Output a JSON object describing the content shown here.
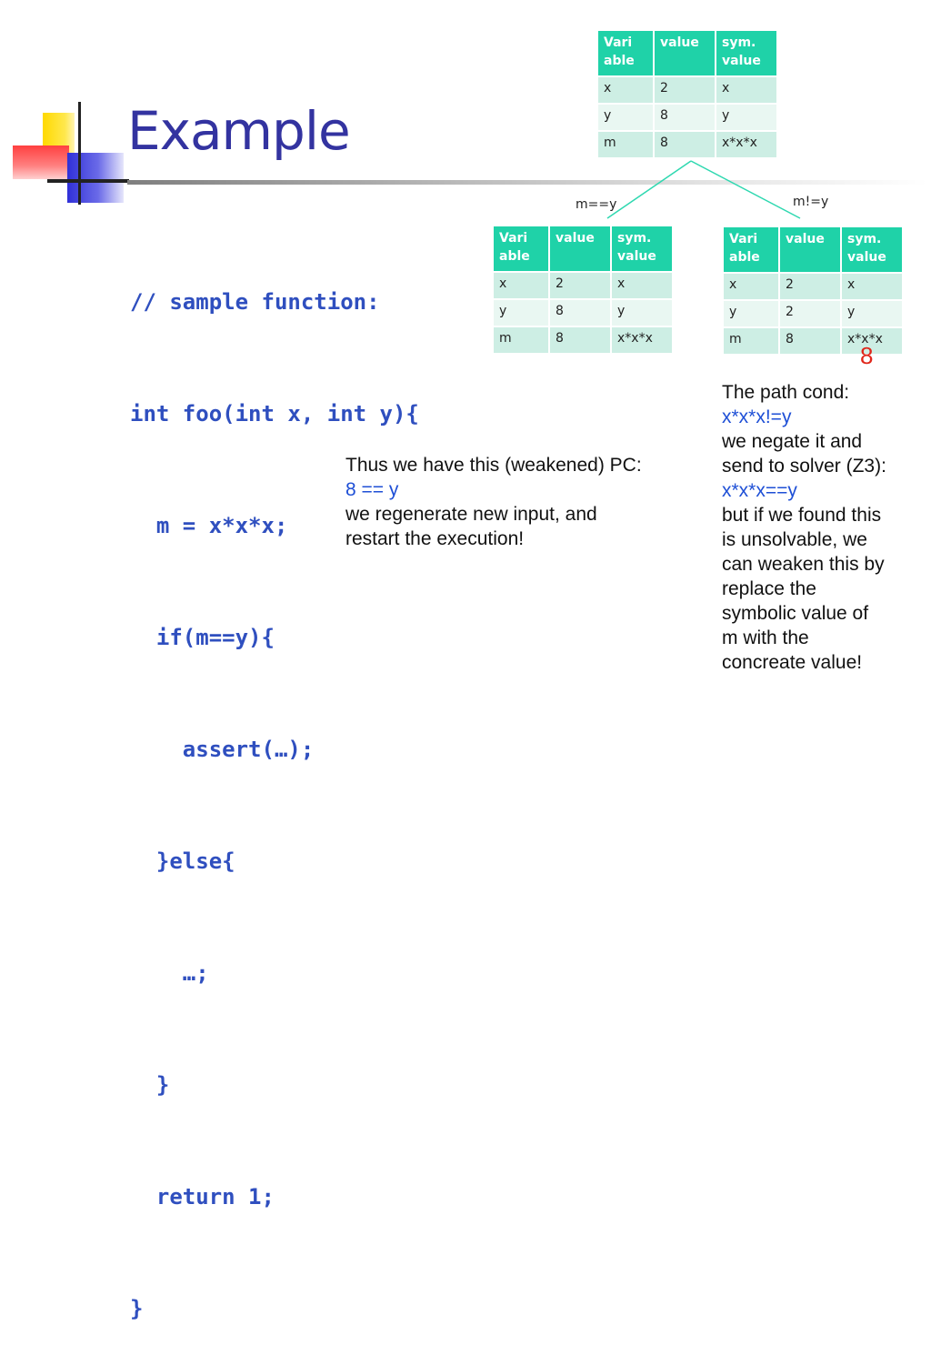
{
  "slide": {
    "title": "Example",
    "code": [
      "// sample function:",
      "int foo(int x, int y){",
      "  m = x*x*x;",
      "  if(m==y){",
      "    assert(…);",
      "  }else{",
      "    …;",
      "  }",
      "  return 1;",
      "}"
    ]
  },
  "tables": {
    "top": {
      "headers": [
        "Vari\nable",
        "value",
        "sym.\nvalue"
      ],
      "rows": [
        [
          "x",
          "2",
          "x"
        ],
        [
          "y",
          "8",
          "y"
        ],
        [
          "m",
          "8",
          "x*x*x"
        ]
      ]
    },
    "left": {
      "headers": [
        "Vari\nable",
        "value",
        "sym.\nvalue"
      ],
      "rows": [
        [
          "x",
          "2",
          "x"
        ],
        [
          "y",
          "8",
          "y"
        ],
        [
          "m",
          "8",
          "x*x*x"
        ]
      ]
    },
    "right": {
      "headers": [
        "Vari\nable",
        "value",
        "sym.\nvalue"
      ],
      "rows": [
        [
          "x",
          "2",
          "x"
        ],
        [
          "y",
          "2",
          "y"
        ],
        [
          "m",
          "8",
          "x*x*x"
        ]
      ]
    }
  },
  "branches": {
    "left_label": "m==y",
    "right_label": "m!=y"
  },
  "overlay_value": "8",
  "note_left": {
    "line1": "Thus we have this (weakened) PC:",
    "pc": "8 == y",
    "line3": "we regenerate new input, and",
    "line4": "restart the execution!"
  },
  "note_right": {
    "line1": "The path cond:",
    "cond": "x*x*x!=y",
    "line3": "we negate it and",
    "line4": "send to solver (Z3):",
    "neg": "x*x*x==y",
    "rest": [
      "but if we found this",
      "is unsolvable, we",
      "can weaken this by",
      "replace the",
      "symbolic value of",
      "m with the",
      "concreate value!"
    ]
  },
  "colors": {
    "title": "#3333a0",
    "code": "#2f4fbf",
    "table_header": "#1fd2a8",
    "arrow": "#2ed8b0",
    "highlight": "#1e4fd6",
    "overlay": "#e0261a"
  }
}
